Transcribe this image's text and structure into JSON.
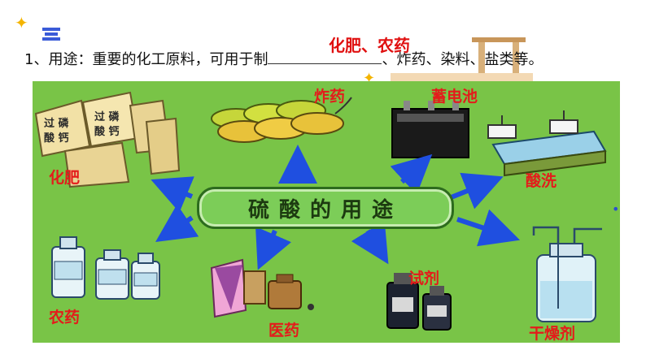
{
  "header": {
    "prefix": "1、用途：重要的化工原料，可用于制",
    "answer": "化肥、农药",
    "suffix": "、炸药、染料、盐类等。"
  },
  "diagram": {
    "center": "硫酸的用途",
    "uses": {
      "fertilizer": "化肥",
      "explosives": "炸药",
      "battery": "蓄电池",
      "pickling": "酸洗",
      "pesticide": "农药",
      "medicine": "医药",
      "reagent": "试剂",
      "desiccant": "干燥剂"
    },
    "sack_label": "过磷酸钙"
  },
  "colors": {
    "panel_bg": "#79c447",
    "label_red": "#e41b1b",
    "arrow_blue": "#1f4fe0"
  }
}
